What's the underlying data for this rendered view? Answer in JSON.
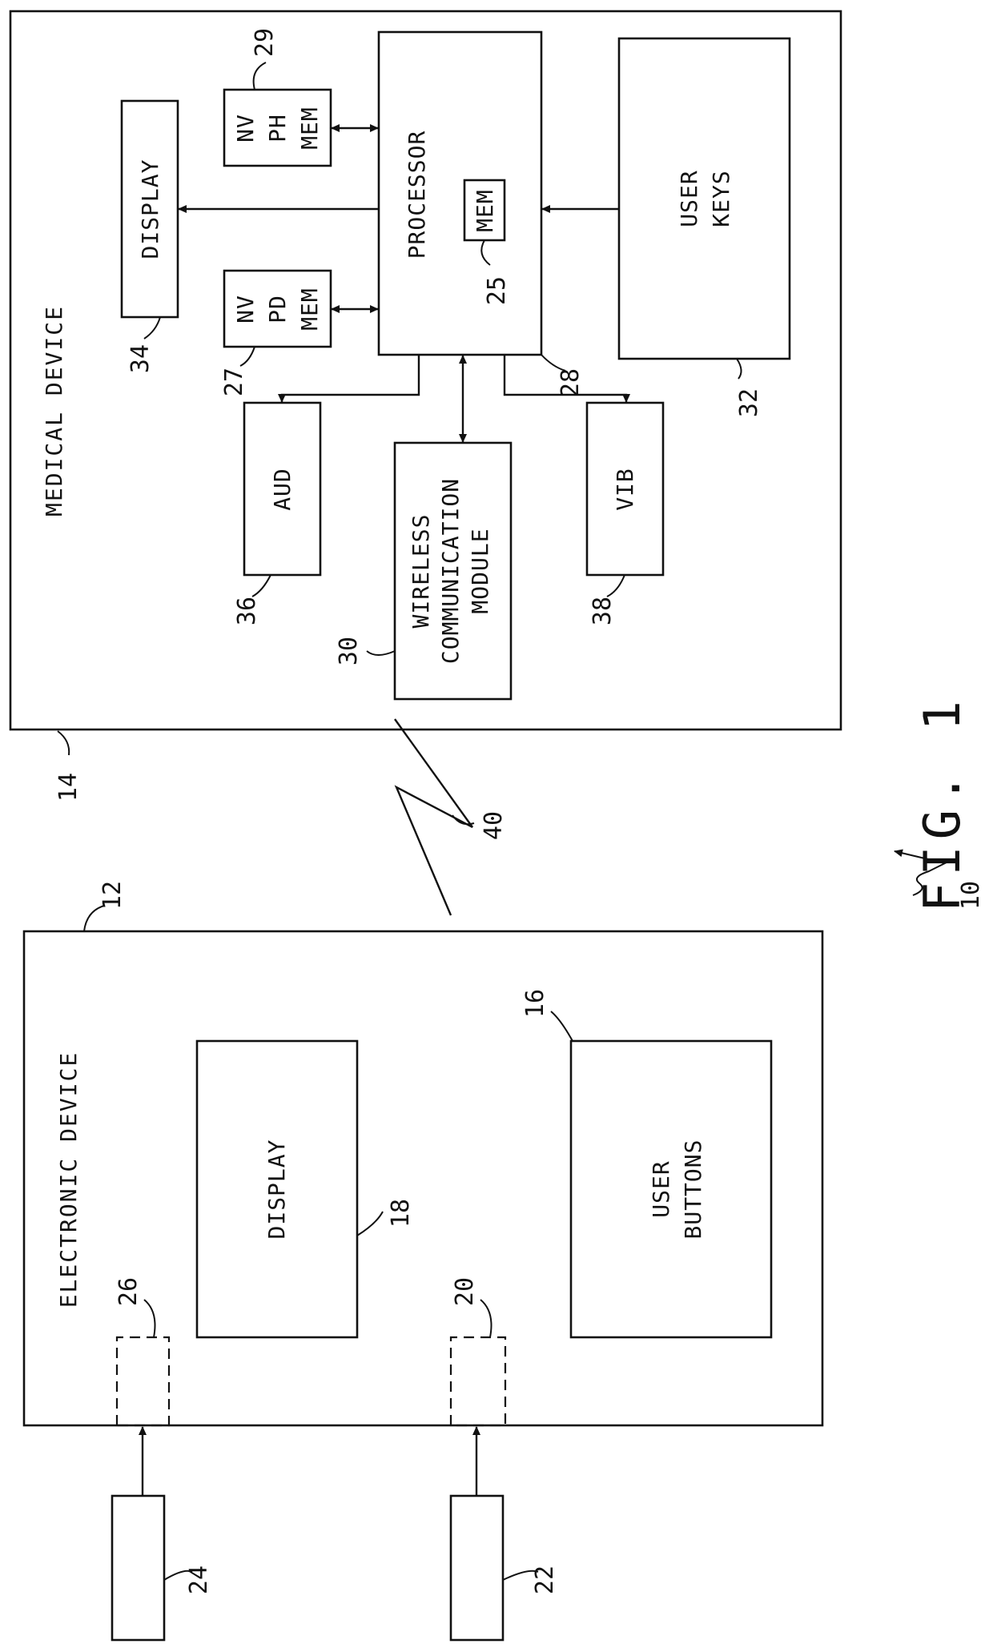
{
  "figure_label": "FIG. 1",
  "system_ref": "10",
  "link_ref": "40",
  "medical_device": {
    "title": "MEDICAL DEVICE",
    "ref": "14",
    "blocks": {
      "processor": {
        "label": "PROCESSOR",
        "ref": "28"
      },
      "mem": {
        "label": "MEM",
        "ref": "25"
      },
      "nv_ph_mem": {
        "lines": [
          "NV",
          "PH",
          "MEM"
        ],
        "ref": "29"
      },
      "nv_pd_mem": {
        "lines": [
          "NV",
          "PD",
          "MEM"
        ],
        "ref": "27"
      },
      "display": {
        "label": "DISPLAY",
        "ref": "34"
      },
      "user_keys": {
        "lines": [
          "USER",
          "KEYS"
        ],
        "ref": "32"
      },
      "aud": {
        "label": "AUD",
        "ref": "36"
      },
      "wireless": {
        "lines": [
          "WIRELESS",
          "COMMUNICATION",
          "MODULE"
        ],
        "ref": "30"
      },
      "vib": {
        "label": "VIB",
        "ref": "38"
      }
    }
  },
  "electronic_device": {
    "title": "ELECTRONIC DEVICE",
    "ref": "12",
    "blocks": {
      "display": {
        "label": "DISPLAY",
        "ref": "18"
      },
      "user_buttons": {
        "lines": [
          "USER",
          "BUTTONS"
        ],
        "ref": "16"
      },
      "port_26": {
        "ref": "26"
      },
      "port_20": {
        "ref": "20"
      },
      "ext_24": {
        "ref": "24"
      },
      "ext_22": {
        "ref": "22"
      }
    }
  }
}
